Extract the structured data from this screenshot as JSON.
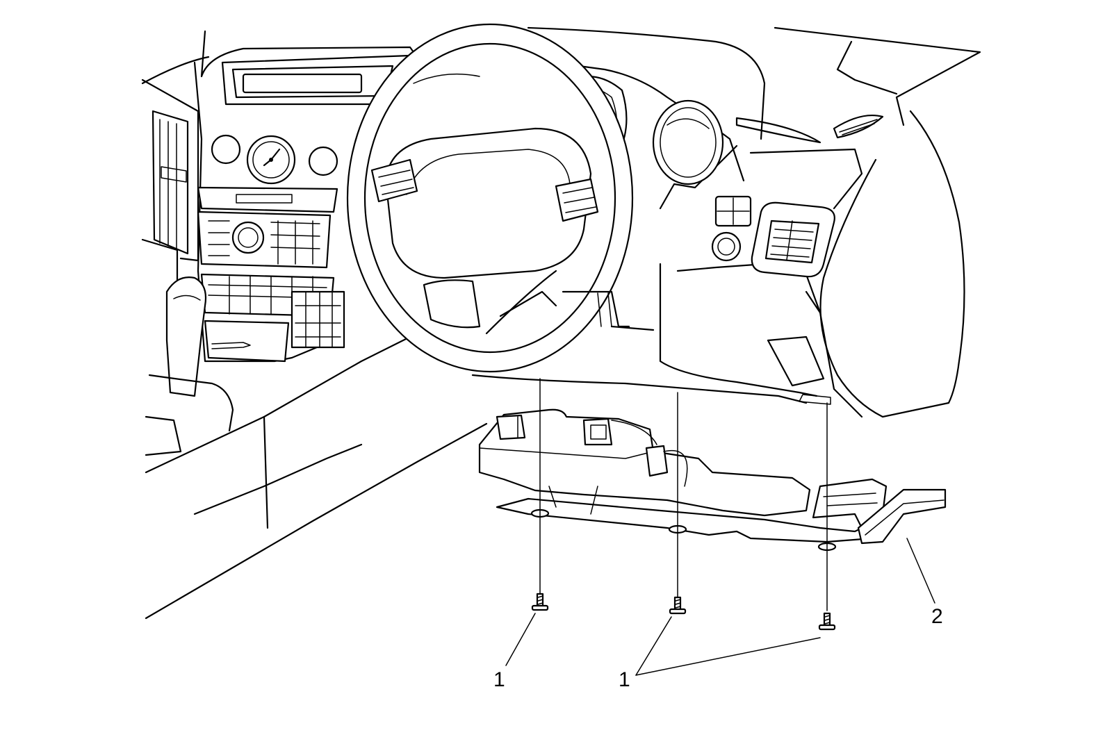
{
  "callouts": {
    "fastener_a": "1",
    "fastener_b": "1",
    "panel": "2"
  }
}
